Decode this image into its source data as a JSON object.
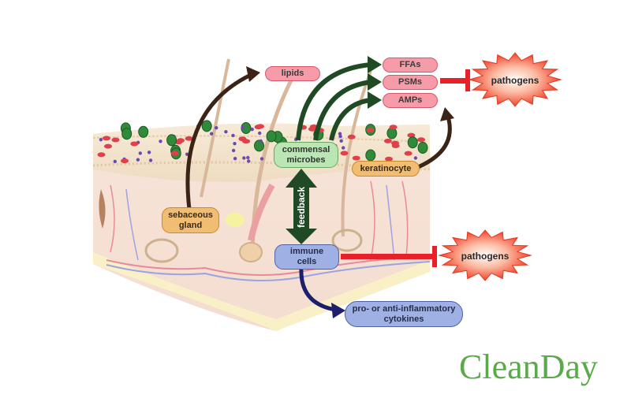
{
  "diagram": {
    "title": "Skin microbiome interactions",
    "labels": {
      "lipids": "lipids",
      "ffas": "FFAs",
      "psms": "PSMs",
      "amps": "AMPs",
      "pathogens_top": "pathogens",
      "pathogens_bottom": "pathogens",
      "commensal_microbes": "commensal\nmicrobes",
      "keratinocyte": "keratinocyte",
      "sebaceous_gland": "sebaceous\ngland",
      "feedback": "feedback",
      "immune_cells": "immune\ncells",
      "cytokines": "pro- or anti-inflammatory\ncytokines"
    },
    "edges": [
      {
        "from": "sebaceous gland",
        "to": "lipids",
        "type": "produces"
      },
      {
        "from": "commensal microbes",
        "to": "FFAs",
        "type": "produces"
      },
      {
        "from": "commensal microbes",
        "to": "PSMs",
        "type": "produces"
      },
      {
        "from": "commensal microbes",
        "to": "AMPs",
        "type": "produces"
      },
      {
        "from": "keratinocyte",
        "to": "AMPs",
        "type": "produces"
      },
      {
        "from": "FFAs/PSMs/AMPs",
        "to": "pathogens",
        "type": "inhibits"
      },
      {
        "from": "immune cells",
        "to": "pathogens",
        "type": "inhibits"
      },
      {
        "from": "commensal microbes",
        "to": "immune cells",
        "type": "feedback (bidirectional)"
      },
      {
        "from": "immune cells",
        "to": "pro- or anti-inflammatory cytokines",
        "type": "produces"
      }
    ],
    "colors": {
      "pink_box": "#f59ca8",
      "green_box": "#b9e6b3",
      "orange_box": "#f1bd72",
      "blue_box": "#9fb1e4",
      "dark_green_arrow": "#1f4a24",
      "brown_arrow": "#3b2416",
      "inhibit_red": "#e8202a",
      "navy_arrow": "#1c1f6e"
    }
  },
  "logo": {
    "text": "CleanDay",
    "color": "#5aa94a"
  }
}
